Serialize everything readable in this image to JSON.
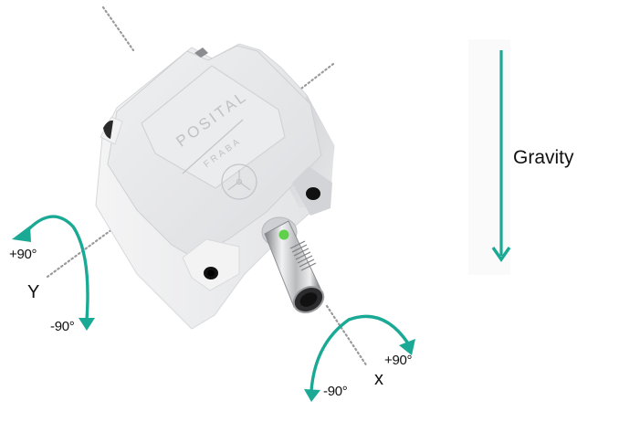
{
  "diagram": {
    "subject": "Inclination sensor (inclinometer) with rotation axes",
    "device": {
      "brand_text": "POSITAL",
      "sub_brand_text": "FRABA",
      "body_color": "#e3e4e6",
      "led_color": "#5fd04a"
    },
    "colors": {
      "accent": "#1aa995",
      "axis_dots": "#9a9a9a",
      "text": "#111111",
      "background": "#ffffff"
    },
    "axes": {
      "y": {
        "label": "Y",
        "positive_label": "+90°",
        "negative_label": "-90°"
      },
      "x": {
        "label": "x",
        "positive_label": "+90°",
        "negative_label": "-90°"
      }
    },
    "gravity": {
      "label": "Gravity",
      "direction": "down"
    }
  }
}
